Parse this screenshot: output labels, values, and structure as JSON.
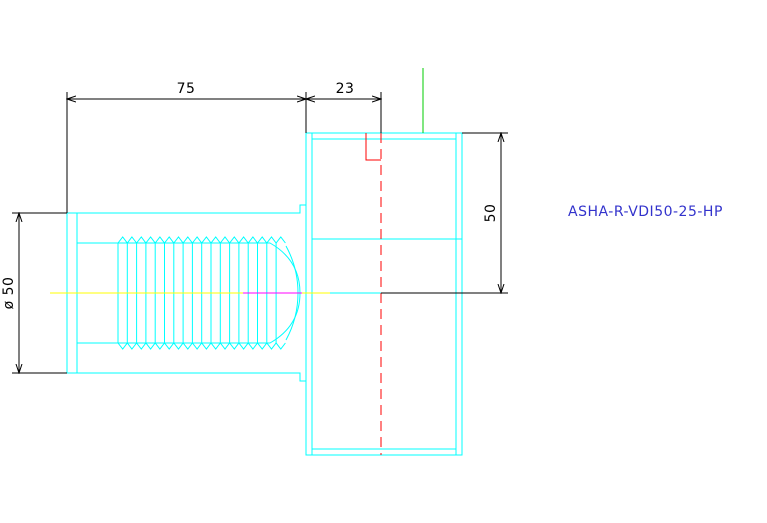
{
  "drawing": {
    "part_label": "ASHA-R-VDI50-25-HP",
    "dimensions": {
      "shank_length": "75",
      "head_offset": "23",
      "head_radius": "50",
      "shank_diameter": "ø 50"
    }
  },
  "colors": {
    "background": "#ffffff",
    "outline": "#00ffff",
    "dimension": "#000000",
    "label": "#3333cc",
    "centerline_red": "#ff0000",
    "axis_yellow": "#ffff00",
    "axis_magenta": "#ff00ff",
    "axis_green": "#00cc00"
  }
}
